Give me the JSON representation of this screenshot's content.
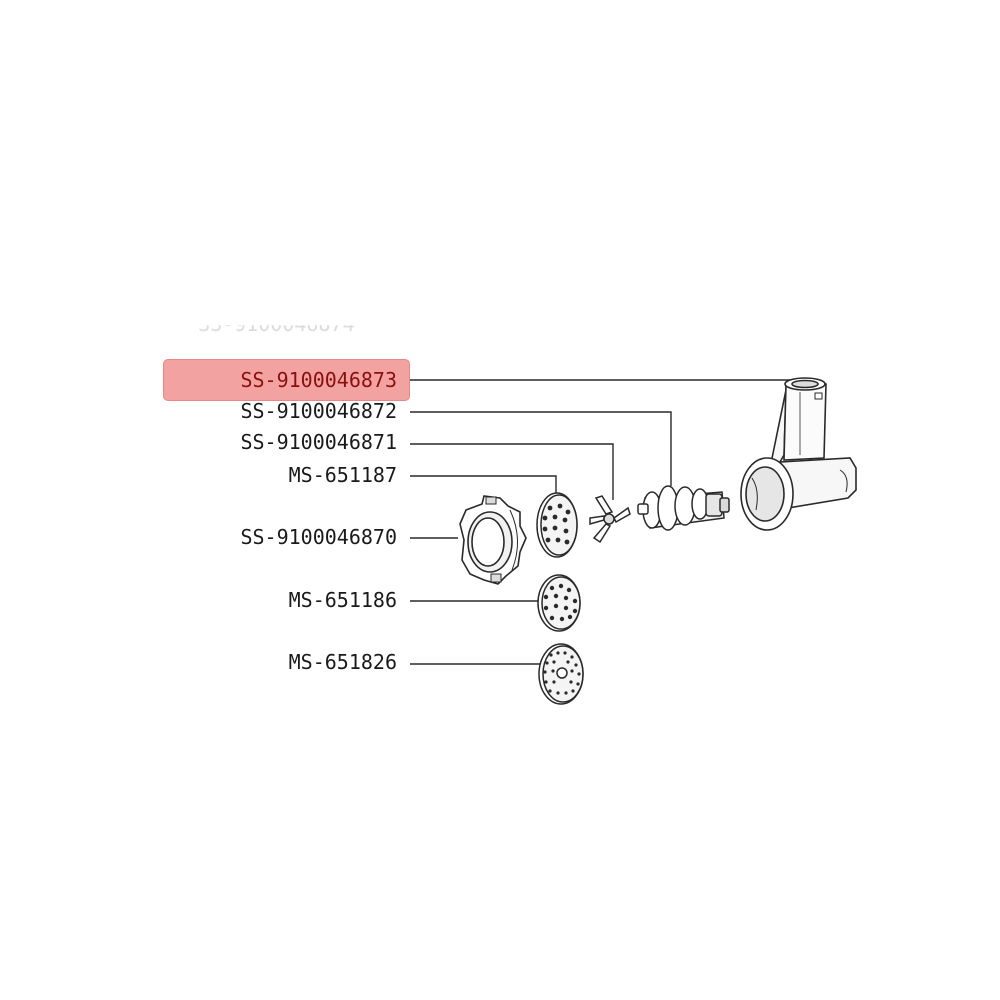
{
  "diagram": {
    "ghost_label": "SS-9100046874",
    "highlight_color": "#f3a2a2",
    "line_color": "#2a2a2a",
    "parts": [
      {
        "id": "p1",
        "code": "SS-9100046873",
        "highlighted": true
      },
      {
        "id": "p2",
        "code": "SS-9100046872",
        "highlighted": false
      },
      {
        "id": "p3",
        "code": "SS-9100046871",
        "highlighted": false
      },
      {
        "id": "p4",
        "code": "MS-651187",
        "highlighted": false
      },
      {
        "id": "p5",
        "code": "SS-9100046870",
        "highlighted": false
      },
      {
        "id": "p6",
        "code": "MS-651186",
        "highlighted": false
      },
      {
        "id": "p7",
        "code": "MS-651826",
        "highlighted": false
      }
    ]
  }
}
